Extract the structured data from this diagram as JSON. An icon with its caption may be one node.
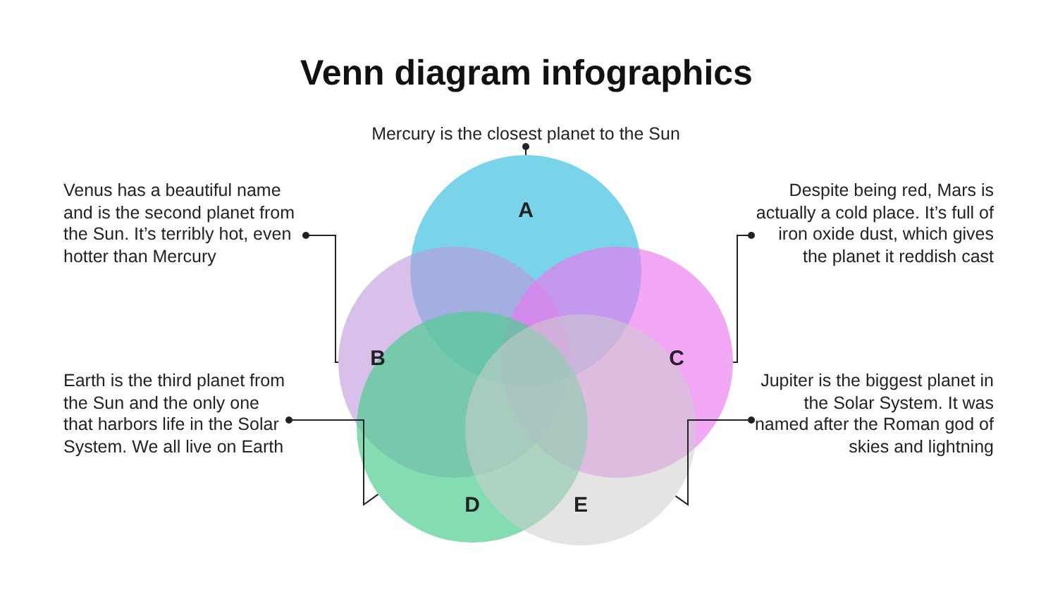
{
  "diagram": {
    "title": "Venn diagram infographics",
    "nodes": [
      {
        "text": [
          "Mercury is the closest planet to the Sun"
        ]
      },
      {
        "text": [
          "A"
        ]
      },
      {
        "text": [
          "Venus has a beautiful name and is the second planet from the Sun. It’s terribly hot, even hotter than Mercury"
        ]
      },
      {
        "text": [
          "Despite being red, Mars is actually a cold place. It’s full of iron oxide dust, which gives the planet it reddish cast"
        ]
      },
      {
        "text": [
          "B"
        ]
      },
      {
        "text": [
          "C"
        ]
      },
      {
        "text": [
          "Earth is the third planet from the Sun and the only one that harbors life in the Solar System. We all live on Earth"
        ]
      },
      {
        "text": [
          "Jupiter is the biggest planet in the Solar System. It was named after the Roman god of skies and lightning"
        ]
      },
      {
        "text": [
          "D"
        ]
      },
      {
        "text": [
          "E"
        ]
      }
    ],
    "edges": [
      {
        "from": 0,
        "to": 1,
        "arrow": "other"
      },
      {
        "from": 2,
        "to": 4,
        "arrow": "other"
      },
      {
        "from": 3,
        "to": 5,
        "arrow": "other"
      },
      {
        "from": 6,
        "to": 8,
        "arrow": "other"
      },
      {
        "from": 7,
        "to": 9,
        "arrow": "other"
      }
    ]
  }
}
